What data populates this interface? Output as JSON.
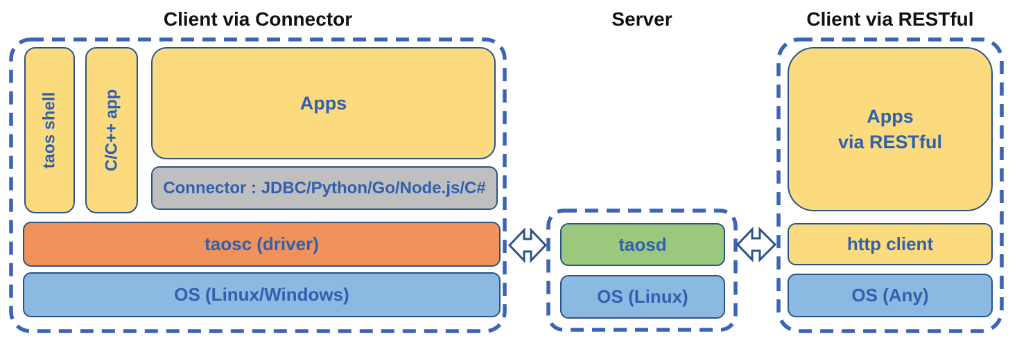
{
  "colors": {
    "dashed_border": "#3A64B5",
    "box_border": "#2A5487",
    "label_text": "#3060AE",
    "title_text": "#111111",
    "yellow_fill": "#FBDB7D",
    "gray_fill": "#BFBFBF",
    "orange_fill": "#F0925C",
    "blue_fill": "#8CB9E2",
    "green_fill": "#9BC87D",
    "arrow_fill": "#FFFFFF"
  },
  "sections": {
    "client_connector": {
      "title": "Client via Connector",
      "boxes": {
        "taos_shell": "taos shell",
        "cpp_app": "C/C++ app",
        "apps": "Apps",
        "connector": "Connector : JDBC/Python/Go/Node.js/C#",
        "taosc": "taosc (driver)",
        "os": "OS (Linux/Windows)"
      }
    },
    "server": {
      "title": "Server",
      "boxes": {
        "taosd": "taosd",
        "os": "OS (Linux)"
      }
    },
    "client_restful": {
      "title": "Client via RESTful",
      "boxes": {
        "apps_line1": "Apps",
        "apps_line2": "via RESTful",
        "http_client": "http client",
        "os": "OS (Any)"
      }
    }
  }
}
